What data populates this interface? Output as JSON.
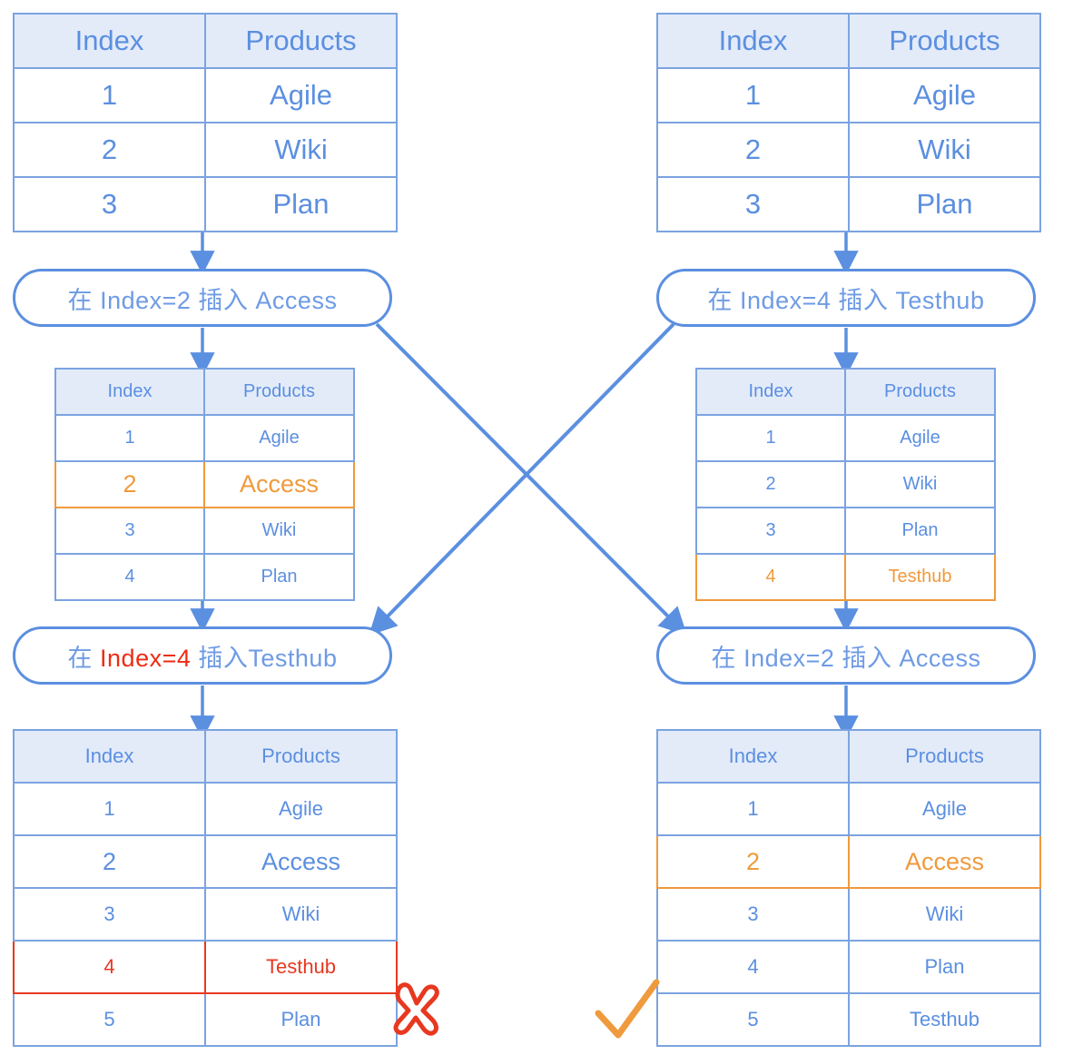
{
  "colors": {
    "blue_line": "#5B8FE0",
    "blue_text": "#5B8FE0",
    "blue_border": "#7BA3E0",
    "header_fill": "#E3EBF9",
    "orange": "#EF9A3C",
    "red": "#E8381F",
    "red_text": "#EE2C13"
  },
  "columns": {
    "index": "Index",
    "products": "Products"
  },
  "tables": {
    "top_left": {
      "rows": [
        {
          "index": "1",
          "product": "Agile"
        },
        {
          "index": "2",
          "product": "Wiki"
        },
        {
          "index": "3",
          "product": "Plan"
        }
      ]
    },
    "top_right": {
      "rows": [
        {
          "index": "1",
          "product": "Agile"
        },
        {
          "index": "2",
          "product": "Wiki"
        },
        {
          "index": "3",
          "product": "Plan"
        }
      ]
    },
    "mid_left": {
      "rows": [
        {
          "index": "1",
          "product": "Agile"
        },
        {
          "index": "2",
          "product": "Access"
        },
        {
          "index": "3",
          "product": "Wiki"
        },
        {
          "index": "4",
          "product": "Plan"
        }
      ]
    },
    "mid_right": {
      "rows": [
        {
          "index": "1",
          "product": "Agile"
        },
        {
          "index": "2",
          "product": "Wiki"
        },
        {
          "index": "3",
          "product": "Plan"
        },
        {
          "index": "4",
          "product": "Testhub"
        }
      ]
    },
    "bot_left": {
      "rows": [
        {
          "index": "1",
          "product": "Agile"
        },
        {
          "index": "2",
          "product": "Access"
        },
        {
          "index": "3",
          "product": "Wiki"
        },
        {
          "index": "4",
          "product": "Testhub"
        },
        {
          "index": "5",
          "product": "Plan"
        }
      ]
    },
    "bot_right": {
      "rows": [
        {
          "index": "1",
          "product": "Agile"
        },
        {
          "index": "2",
          "product": "Access"
        },
        {
          "index": "3",
          "product": "Wiki"
        },
        {
          "index": "4",
          "product": "Plan"
        },
        {
          "index": "5",
          "product": "Testhub"
        }
      ]
    }
  },
  "pills": {
    "top_left": {
      "prefix": "在 ",
      "key": "Index=2",
      "mid": " 插入 ",
      "value": "Access",
      "full": "在 Index=2 插入 Access"
    },
    "top_right": {
      "prefix": "在 ",
      "key": "Index=4",
      "mid": " 插入 ",
      "value": "Testhub",
      "full": "在 Index=4 插入 Testhub"
    },
    "bot_left": {
      "prefix": "在 ",
      "key": "Index=4",
      "mid": " 插入",
      "value": "Testhub",
      "full": "在 Index=4 插入Testhub"
    },
    "bot_right": {
      "prefix": "在 ",
      "key": "Index=2",
      "mid": " 插入 ",
      "value": "Access",
      "full": "在 Index=2 插入 Access"
    }
  },
  "marks": {
    "wrong": {
      "glyph": "cross-mark-icon",
      "label": "✗"
    },
    "right": {
      "glyph": "check-mark-icon",
      "label": "✓"
    }
  }
}
